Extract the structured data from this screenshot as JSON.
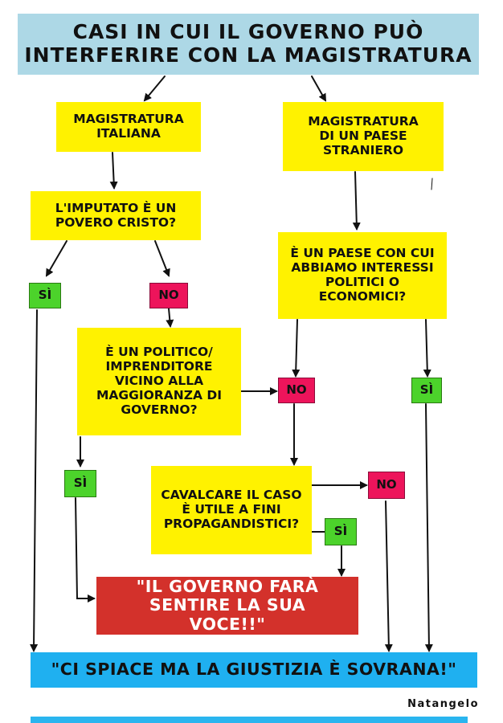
{
  "colors": {
    "title_bg": "#add8e6",
    "question_bg": "#fff200",
    "yes_bg": "#4cd32b",
    "no_bg": "#ed145b",
    "outcome_red_bg": "#d3312b",
    "outcome_blue_bg": "#1fb0f0",
    "line": "#111111"
  },
  "title": "Casi in cui il governo può interferire con la magistratura",
  "nodes": {
    "magistratura_italiana": "Magistratura italiana",
    "magistratura_straniera": "Magistratura di un paese straniero",
    "imputato": "L'imputato è un povero cristo?",
    "paese_interessi": "È un paese con cui abbiamo interessi politici o economici?",
    "politico": "È un politico/ imprenditore vicino alla maggioranza di governo?",
    "cavalcare": "Cavalcare il caso è utile a fini propagandistici?"
  },
  "answers": {
    "yes": "Sì",
    "no": "No"
  },
  "outcomes": {
    "voce": "\"Il governo farà sentire la sua voce!!\"",
    "sovrana": "\"Ci spiace ma la giustizia è sovrana!\""
  },
  "signature": "Natangelo"
}
